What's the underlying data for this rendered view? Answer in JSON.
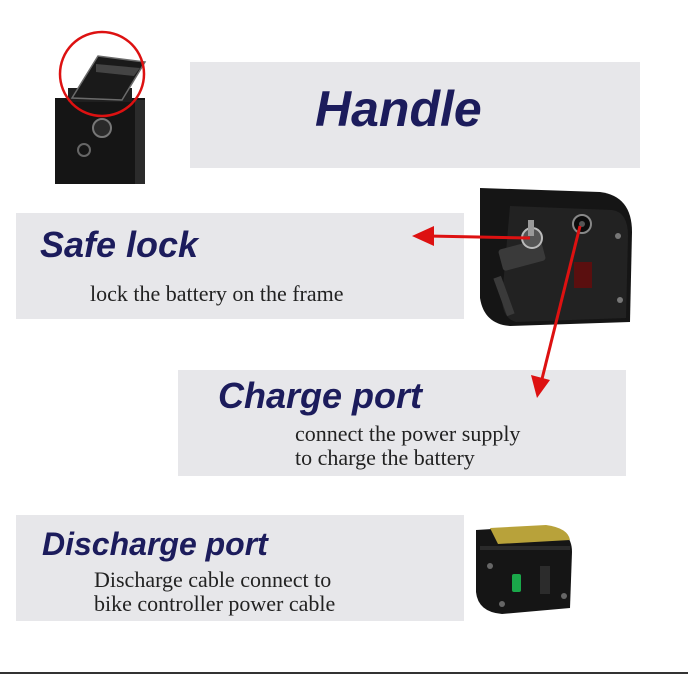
{
  "features": {
    "handle": {
      "title": "Handle"
    },
    "safe_lock": {
      "title": "Safe lock",
      "description": "lock the battery on the frame"
    },
    "charge_port": {
      "title": "Charge port",
      "description_line1": "connect the power supply",
      "description_line2": "to charge the battery"
    },
    "discharge_port": {
      "title": "Discharge port",
      "description_line1": "Discharge cable connect to",
      "description_line2": "bike controller power cable"
    }
  },
  "colors": {
    "panel": "#e7e7ea",
    "heading": "#1c1c5c",
    "arrow": "#dd1111",
    "battery": "#151515"
  }
}
